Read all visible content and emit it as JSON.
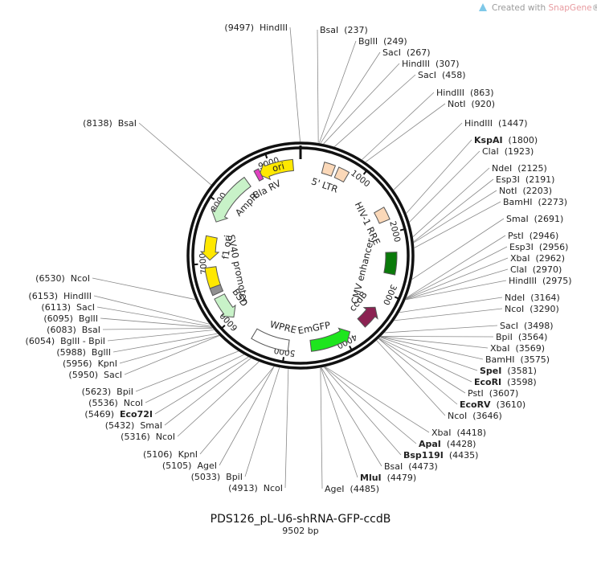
{
  "watermark": {
    "prefix": "Created with ",
    "brand": "SnapGene",
    "mark": "®"
  },
  "title": "PDS126_pL-U6-shRNA-GFP-ccdB",
  "subtitle": "9502 bp",
  "total_bp": 9502,
  "colors": {
    "yellow": "#ffe800",
    "light_green": "#c8f2c8",
    "bright_green": "#1ee61e",
    "dark_green": "#0a7a0a",
    "maroon": "#8b2252",
    "peach": "#fbd8b8",
    "grey": "#909090",
    "purple": "#a050e0",
    "magenta": "#e040c0",
    "backbone": "#111111"
  },
  "ticks": [
    {
      "bp": 1000,
      "label": "1000"
    },
    {
      "bp": 2000,
      "label": "2000"
    },
    {
      "bp": 3000,
      "label": "3000"
    },
    {
      "bp": 4000,
      "label": "4000"
    },
    {
      "bp": 5000,
      "label": "5000"
    },
    {
      "bp": 6000,
      "label": "6000"
    },
    {
      "bp": 7000,
      "label": "7000"
    },
    {
      "bp": 8000,
      "label": "8000"
    },
    {
      "bp": 9000,
      "label": "9000"
    }
  ],
  "features": [
    {
      "name": "ori",
      "start": 8790,
      "end": 9380,
      "strand": -1,
      "ring": 1,
      "color": "yellow",
      "shape": "arrow"
    },
    {
      "name": "AmpR",
      "start": 7700,
      "end": 8560,
      "strand": -1,
      "ring": 1,
      "color": "light_green",
      "shape": "arrow"
    },
    {
      "name": "f1 ori",
      "start": 7050,
      "end": 7440,
      "strand": -1,
      "ring": 1,
      "color": "yellow",
      "shape": "arrow"
    },
    {
      "name": "SV40 promoter",
      "start": 6600,
      "end": 6930,
      "strand": 0,
      "ring": 1,
      "color": "yellow",
      "shape": "box"
    },
    {
      "name": "EM7",
      "start": 6480,
      "end": 6600,
      "strand": 0,
      "ring": 1,
      "color": "grey",
      "shape": "box"
    },
    {
      "name": "BSD",
      "start": 6000,
      "end": 6420,
      "strand": -1,
      "ring": 1,
      "color": "light_green",
      "shape": "arrow"
    },
    {
      "name": "WPRE",
      "start": 4950,
      "end": 5560,
      "strand": 0,
      "ring": 1,
      "color": "white",
      "shape": "box"
    },
    {
      "name": "EmGFP",
      "start": 3880,
      "end": 4580,
      "strand": -1,
      "ring": 1,
      "color": "bright_green",
      "shape": "arrow"
    },
    {
      "name": "ccdB",
      "start": 3290,
      "end": 3640,
      "strand": -1,
      "ring": 1,
      "color": "maroon",
      "shape": "arrow"
    },
    {
      "name": "CMV enhancer",
      "start": 2320,
      "end": 2680,
      "strand": 0,
      "ring": 1,
      "color": "dark_green",
      "shape": "box"
    },
    {
      "name": "HIV-1 RRE",
      "start": 1580,
      "end": 1790,
      "strand": 0,
      "ring": 1,
      "color": "peach",
      "shape": "box"
    },
    {
      "name": "5' LTR",
      "start": 380,
      "end": 560,
      "strand": 0,
      "ring": 1,
      "color": "peach",
      "shape": "box"
    },
    {
      "name": "5' LTR b",
      "start": 620,
      "end": 800,
      "strand": 0,
      "ring": 1,
      "color": "peach",
      "shape": "box"
    },
    {
      "name": "Bla RV",
      "start": 8740,
      "end": 8820,
      "strand": 0,
      "ring": 1,
      "color": "magenta",
      "shape": "box"
    }
  ],
  "feature_labels": [
    {
      "text": "ori",
      "bp": 9130,
      "ring": 1
    },
    {
      "text": "Bla RV",
      "bp": 8790,
      "ring": 2
    },
    {
      "text": "AmpR",
      "bp": 8270,
      "ring": 2
    },
    {
      "text": "f1 ori",
      "bp": 7300,
      "ring": 2
    },
    {
      "text": "SV40 promoter",
      "bp": 6810,
      "ring": 3
    },
    {
      "text": "BSD",
      "bp": 6210,
      "ring": 2
    },
    {
      "text": "WPRE",
      "bp": 5110,
      "ring": 2
    },
    {
      "text": "EmGFP",
      "bp": 4470,
      "ring": 2
    },
    {
      "text": "ccdB",
      "bp": 3390,
      "ring": 2
    },
    {
      "text": "CMV enhancer",
      "bp": 2750,
      "ring": 3
    },
    {
      "text": "HIV-1 RRE",
      "bp": 1700,
      "ring": 2
    },
    {
      "text": "5' LTR",
      "bp": 500,
      "ring": 2
    }
  ],
  "right_sites": [
    {
      "parts": [
        {
          "t": "BsaI",
          "b": false
        },
        {
          "t": "  (237)",
          "b": false
        }
      ],
      "bp": 237
    },
    {
      "parts": [
        {
          "t": "BglII",
          "b": false
        },
        {
          "t": "  (249)",
          "b": false
        }
      ],
      "bp": 249
    },
    {
      "parts": [
        {
          "t": "SacI",
          "b": false
        },
        {
          "t": "  (267)",
          "b": false
        }
      ],
      "bp": 267
    },
    {
      "parts": [
        {
          "t": "HindIII",
          "b": false
        },
        {
          "t": "  (307)",
          "b": false
        }
      ],
      "bp": 307
    },
    {
      "parts": [
        {
          "t": "SacI",
          "b": false
        },
        {
          "t": "  (458)",
          "b": false
        }
      ],
      "bp": 458
    },
    {
      "parts": [
        {
          "t": "HindIII",
          "b": false
        },
        {
          "t": "  (863)",
          "b": false
        }
      ],
      "bp": 863
    },
    {
      "parts": [
        {
          "t": "NotI",
          "b": false
        },
        {
          "t": "  (920)",
          "b": false
        }
      ],
      "bp": 920
    },
    {
      "parts": [
        {
          "t": "HindIII",
          "b": false
        },
        {
          "t": "  (1447)",
          "b": false
        }
      ],
      "bp": 1447
    },
    {
      "parts": [
        {
          "t": "KspAI",
          "b": true
        },
        {
          "t": "  (1800)",
          "b": false
        }
      ],
      "bp": 1800
    },
    {
      "parts": [
        {
          "t": "ClaI",
          "b": false
        },
        {
          "t": "  (1923)",
          "b": false
        }
      ],
      "bp": 1923
    },
    {
      "parts": [
        {
          "t": "NdeI",
          "b": false
        },
        {
          "t": "  (2125)",
          "b": false
        }
      ],
      "bp": 2125
    },
    {
      "parts": [
        {
          "t": "Esp3I",
          "b": false
        },
        {
          "t": "  (2191)",
          "b": false
        }
      ],
      "bp": 2191
    },
    {
      "parts": [
        {
          "t": "NotI",
          "b": false
        },
        {
          "t": "  (2203)",
          "b": false
        }
      ],
      "bp": 2203
    },
    {
      "parts": [
        {
          "t": "BamHI",
          "b": false
        },
        {
          "t": "  (2273)",
          "b": false
        }
      ],
      "bp": 2273
    },
    {
      "parts": [
        {
          "t": "SmaI",
          "b": false
        },
        {
          "t": "  (2691)",
          "b": false
        }
      ],
      "bp": 2691
    },
    {
      "parts": [
        {
          "t": "PstI",
          "b": false
        },
        {
          "t": "  (2946)",
          "b": false
        }
      ],
      "bp": 2946
    },
    {
      "parts": [
        {
          "t": "Esp3I",
          "b": false
        },
        {
          "t": "  (2956)",
          "b": false
        }
      ],
      "bp": 2956
    },
    {
      "parts": [
        {
          "t": "XbaI",
          "b": false
        },
        {
          "t": "  (2962)",
          "b": false
        }
      ],
      "bp": 2962
    },
    {
      "parts": [
        {
          "t": "ClaI",
          "b": false
        },
        {
          "t": "  (2970)",
          "b": false
        }
      ],
      "bp": 2970
    },
    {
      "parts": [
        {
          "t": "HindIII",
          "b": false
        },
        {
          "t": "  (2975)",
          "b": false
        }
      ],
      "bp": 2975
    },
    {
      "parts": [
        {
          "t": "NdeI",
          "b": false
        },
        {
          "t": "  (3164)",
          "b": false
        }
      ],
      "bp": 3164
    },
    {
      "parts": [
        {
          "t": "NcoI",
          "b": false
        },
        {
          "t": "  (3290)",
          "b": false
        }
      ],
      "bp": 3290
    },
    {
      "parts": [
        {
          "t": "SacI",
          "b": false
        },
        {
          "t": "  (3498)",
          "b": false
        }
      ],
      "bp": 3498
    },
    {
      "parts": [
        {
          "t": "BpiI",
          "b": false
        },
        {
          "t": "  (3564)",
          "b": false
        }
      ],
      "bp": 3564
    },
    {
      "parts": [
        {
          "t": "XbaI",
          "b": false
        },
        {
          "t": "  (3569)",
          "b": false
        }
      ],
      "bp": 3569
    },
    {
      "parts": [
        {
          "t": "BamHI",
          "b": false
        },
        {
          "t": "  (3575)",
          "b": false
        }
      ],
      "bp": 3575
    },
    {
      "parts": [
        {
          "t": "SpeI",
          "b": true
        },
        {
          "t": "  (3581)",
          "b": false
        }
      ],
      "bp": 3581
    },
    {
      "parts": [
        {
          "t": "EcoRI",
          "b": true
        },
        {
          "t": "  (3598)",
          "b": false
        }
      ],
      "bp": 3598
    },
    {
      "parts": [
        {
          "t": "PstI",
          "b": false
        },
        {
          "t": "  (3607)",
          "b": false
        }
      ],
      "bp": 3607
    },
    {
      "parts": [
        {
          "t": "EcoRV",
          "b": true
        },
        {
          "t": "  (3610)",
          "b": false
        }
      ],
      "bp": 3610
    },
    {
      "parts": [
        {
          "t": "NcoI",
          "b": false
        },
        {
          "t": "  (3646)",
          "b": false
        }
      ],
      "bp": 3646
    },
    {
      "parts": [
        {
          "t": "XbaI",
          "b": false
        },
        {
          "t": "  (4418)",
          "b": false
        }
      ],
      "bp": 4418
    },
    {
      "parts": [
        {
          "t": "ApaI",
          "b": true
        },
        {
          "t": "  (4428)",
          "b": false
        }
      ],
      "bp": 4428
    },
    {
      "parts": [
        {
          "t": "Bsp119I",
          "b": true
        },
        {
          "t": "  (4435)",
          "b": false
        }
      ],
      "bp": 4435
    },
    {
      "parts": [
        {
          "t": "BsaI",
          "b": false
        },
        {
          "t": "  (4473)",
          "b": false
        }
      ],
      "bp": 4473
    },
    {
      "parts": [
        {
          "t": "MluI",
          "b": true
        },
        {
          "t": "  (4479)",
          "b": false
        }
      ],
      "bp": 4479
    },
    {
      "parts": [
        {
          "t": "AgeI",
          "b": false
        },
        {
          "t": "  (4485)",
          "b": false
        }
      ],
      "bp": 4485
    }
  ],
  "left_sites": [
    {
      "parts": [
        {
          "t": "(9497)  ",
          "b": false
        },
        {
          "t": "HindIII",
          "b": false
        }
      ],
      "bp": 9497
    },
    {
      "parts": [
        {
          "t": "(8138)  ",
          "b": false
        },
        {
          "t": "BsaI",
          "b": false
        }
      ],
      "bp": 8138
    },
    {
      "parts": [
        {
          "t": "(6530)  ",
          "b": false
        },
        {
          "t": "NcoI",
          "b": false
        }
      ],
      "bp": 6530
    },
    {
      "parts": [
        {
          "t": "(6153)  ",
          "b": false
        },
        {
          "t": "HindIII",
          "b": false
        }
      ],
      "bp": 6153
    },
    {
      "parts": [
        {
          "t": "(6113)  ",
          "b": false
        },
        {
          "t": "SacI",
          "b": false
        }
      ],
      "bp": 6113
    },
    {
      "parts": [
        {
          "t": "(6095)  ",
          "b": false
        },
        {
          "t": "BglII",
          "b": false
        }
      ],
      "bp": 6095
    },
    {
      "parts": [
        {
          "t": "(6083)  ",
          "b": false
        },
        {
          "t": "BsaI",
          "b": false
        }
      ],
      "bp": 6083
    },
    {
      "parts": [
        {
          "t": "(6054)  ",
          "b": false
        },
        {
          "t": "BglII - BpiI",
          "b": false
        }
      ],
      "bp": 6054
    },
    {
      "parts": [
        {
          "t": "(5988)  ",
          "b": false
        },
        {
          "t": "BglII",
          "b": false
        }
      ],
      "bp": 5988
    },
    {
      "parts": [
        {
          "t": "(5956)  ",
          "b": false
        },
        {
          "t": "KpnI",
          "b": false
        }
      ],
      "bp": 5956
    },
    {
      "parts": [
        {
          "t": "(5950)  ",
          "b": false
        },
        {
          "t": "SacI",
          "b": false
        }
      ],
      "bp": 5950
    },
    {
      "parts": [
        {
          "t": "(5623)  ",
          "b": false
        },
        {
          "t": "BpiI",
          "b": false
        }
      ],
      "bp": 5623
    },
    {
      "parts": [
        {
          "t": "(5536)  ",
          "b": false
        },
        {
          "t": "NcoI",
          "b": false
        }
      ],
      "bp": 5536
    },
    {
      "parts": [
        {
          "t": "(5469)  ",
          "b": false
        },
        {
          "t": "Eco72I",
          "b": true
        }
      ],
      "bp": 5469
    },
    {
      "parts": [
        {
          "t": "(5432)  ",
          "b": false
        },
        {
          "t": "SmaI",
          "b": false
        }
      ],
      "bp": 5432
    },
    {
      "parts": [
        {
          "t": "(5316)  ",
          "b": false
        },
        {
          "t": "NcoI",
          "b": false
        }
      ],
      "bp": 5316
    },
    {
      "parts": [
        {
          "t": "(5106)  ",
          "b": false
        },
        {
          "t": "KpnI",
          "b": false
        }
      ],
      "bp": 5106
    },
    {
      "parts": [
        {
          "t": "(5105)  ",
          "b": false
        },
        {
          "t": "AgeI",
          "b": false
        }
      ],
      "bp": 5105
    },
    {
      "parts": [
        {
          "t": "(5033)  ",
          "b": false
        },
        {
          "t": "BpiI",
          "b": false
        }
      ],
      "bp": 5033
    },
    {
      "parts": [
        {
          "t": "(4913)  ",
          "b": false
        },
        {
          "t": "NcoI",
          "b": false
        }
      ],
      "bp": 4913
    }
  ]
}
